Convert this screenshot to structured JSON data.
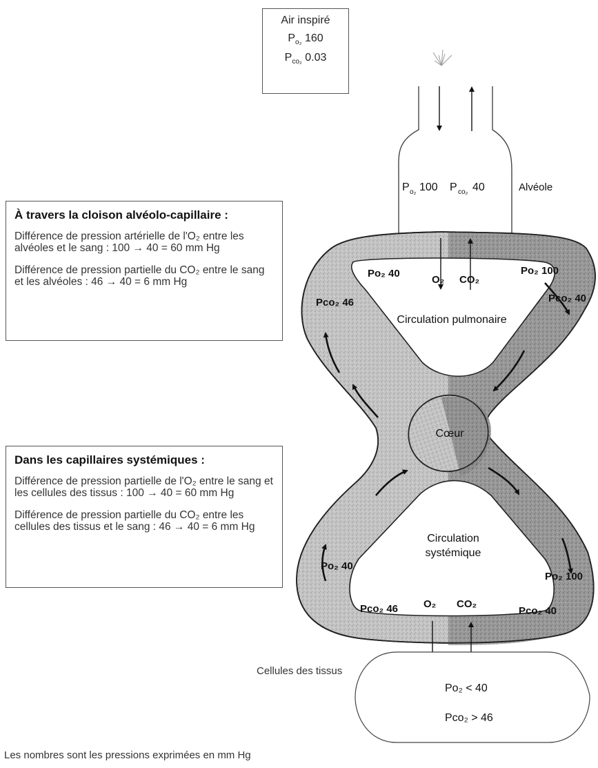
{
  "air_box": {
    "title": "Air inspiré",
    "po2": "P",
    "po2_sub": "o₂",
    "po2_value": "160",
    "pco2": "P",
    "pco2_sub": "co₂",
    "pco2_value": "0.03"
  },
  "alveole": {
    "label": "Alvéole",
    "po2_text": "P",
    "po2_sub": "o₂",
    "po2_value": "100",
    "pco2_text": "P",
    "pco2_sub": "co₂",
    "pco2_value": "40"
  },
  "alveolar_box": {
    "title": "À travers la cloison alvéolo-capillaire :",
    "para1": "Différence de pression artérielle de l'O₂ entre les alvéoles et le sang : 100 → 40 = 60 mm Hg",
    "para2": "Différence de pression partielle du CO₂ entre le sang et les alvéoles : 46 → 40 = 6 mm Hg"
  },
  "systemic_box": {
    "title": "Dans les capillaires systémiques :",
    "para1": "Différence de pression partielle de l'O₂ entre le sang et les cellules des tissus : 100 → 40 = 60 mm Hg",
    "para2": "Différence de pression partielle du CO₂ entre les cellules des tissus et le sang : 46 → 40 = 6 mm Hg"
  },
  "loop_labels": {
    "pulm_left_o2": "Po₂ 40",
    "pulm_left_co2": "Pco₂ 46",
    "pulm_o2": "O₂",
    "pulm_co2": "CO₂",
    "pulm_right_o2": "Po₂ 100",
    "pulm_right_co2": "Pco₂ 40",
    "pulmonary": "Circulation pulmonaire",
    "heart": "Cœur",
    "systemic_line1": "Circulation",
    "systemic_line2": "systémique",
    "sys_left_o2": "Po₂ 40",
    "sys_left_co2": "Pco₂ 46",
    "sys_o2": "O₂",
    "sys_co2": "CO₂",
    "sys_right_o2": "Po₂ 100",
    "sys_right_co2": "Pco₂ 40"
  },
  "tissue": {
    "label": "Cellules des tissus",
    "po2": "Po₂ < 40",
    "pco2": "Pco₂ > 46"
  },
  "footnote": "Les nombres sont les pressions exprimées en mm Hg",
  "colors": {
    "oxygenated_fill": "#7a7a7a",
    "deoxygenated_fill": "#b8b8b8",
    "heart_fill": "#8f8f8f",
    "text": "#222222"
  }
}
